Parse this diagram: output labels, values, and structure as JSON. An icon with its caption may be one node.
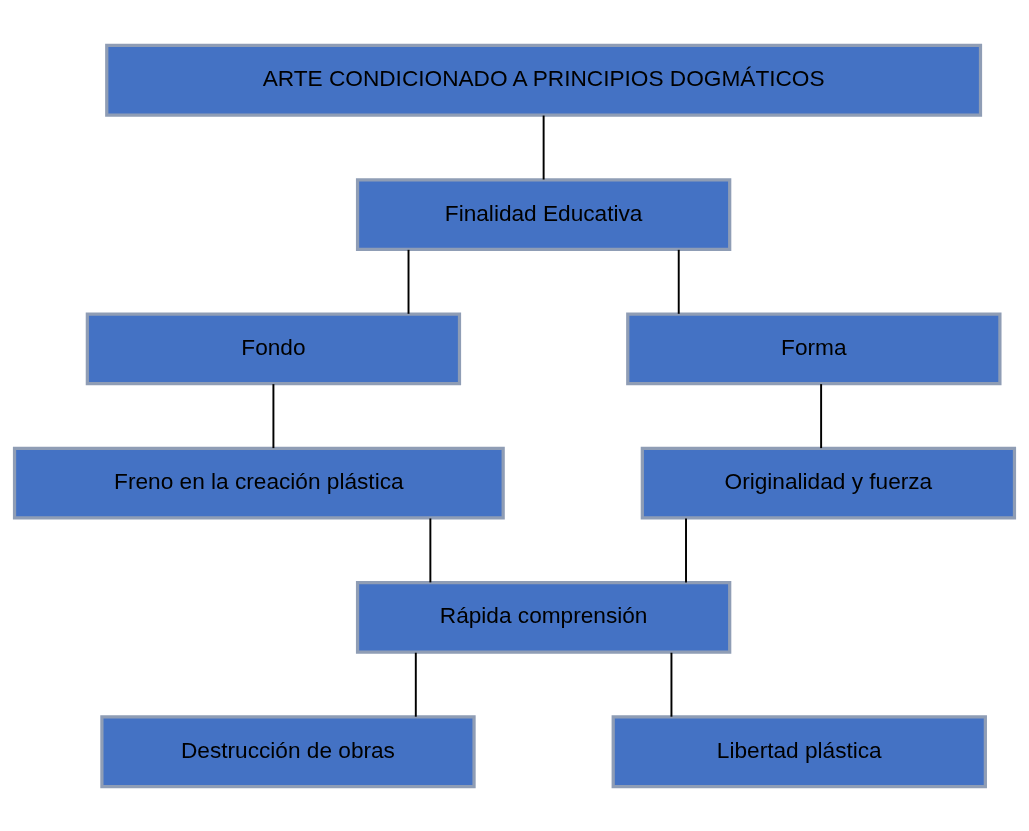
{
  "diagram": {
    "nodes": [
      {
        "text": [
          "ARTE CONDICIONADO A PRINCIPIOS DOGMÁTICOS"
        ]
      },
      {
        "text": [
          "Finalidad Educativa"
        ]
      },
      {
        "text": [
          "Fondo"
        ]
      },
      {
        "text": [
          "Forma"
        ]
      },
      {
        "text": [
          "Freno en la creación plástica"
        ]
      },
      {
        "text": [
          "Originalidad y fuerza"
        ]
      },
      {
        "text": [
          "Rápida comprensión"
        ]
      },
      {
        "text": [
          "Destrucción de obras"
        ]
      },
      {
        "text": [
          "Libertad plástica"
        ]
      }
    ],
    "edges": [
      {
        "from": 0,
        "to": 1,
        "arrow": "none"
      },
      {
        "from": 1,
        "to": 2,
        "arrow": "none"
      },
      {
        "from": 1,
        "to": 3,
        "arrow": "none"
      },
      {
        "from": 2,
        "to": 4,
        "arrow": "none"
      },
      {
        "from": 3,
        "to": 5,
        "arrow": "none"
      },
      {
        "from": 4,
        "to": 6,
        "arrow": "none"
      },
      {
        "from": 5,
        "to": 6,
        "arrow": "none"
      },
      {
        "from": 6,
        "to": 7,
        "arrow": "none"
      },
      {
        "from": 6,
        "to": 8,
        "arrow": "none"
      }
    ]
  }
}
